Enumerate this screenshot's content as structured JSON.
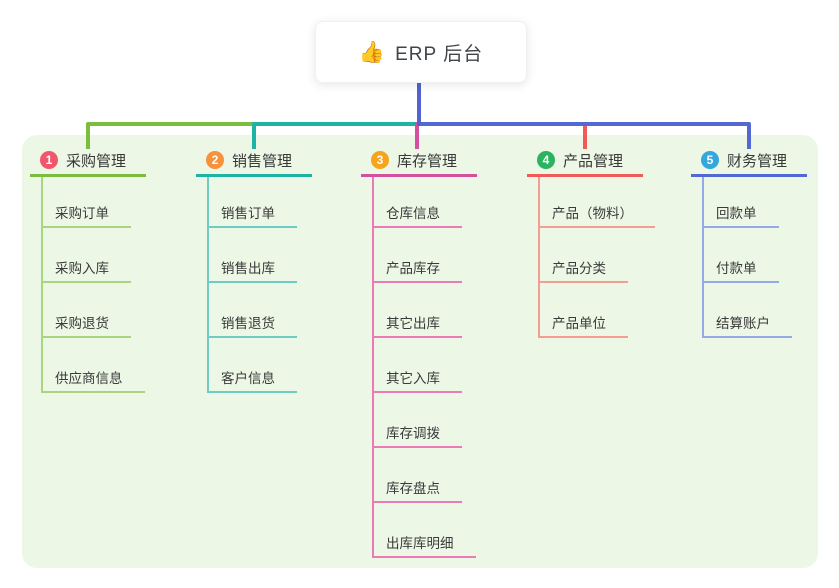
{
  "root": {
    "title": "ERP 后台",
    "icon": "thumbs-up-icon",
    "emoji": "👍",
    "line_color": "#5163d0"
  },
  "panel": {
    "background": "#ecf7e6",
    "page_background": "#ffffff"
  },
  "branches": [
    {
      "badge": "1",
      "badge_color": "#f2566c",
      "label": "采购管理",
      "line_color": "#7abd3f",
      "child_line_color": "#a9d57f",
      "children": [
        "采购订单",
        "采购入库",
        "采购退货",
        "供应商信息"
      ]
    },
    {
      "badge": "2",
      "badge_color": "#f8913c",
      "label": "销售管理",
      "line_color": "#1fb3a6",
      "child_line_color": "#6fccc3",
      "children": [
        "销售订单",
        "销售出库",
        "销售退货",
        "客户信息"
      ]
    },
    {
      "badge": "3",
      "badge_color": "#f7a31b",
      "label": "库存管理",
      "line_color": "#d3509f",
      "child_line_color": "#ec7ab8",
      "children": [
        "仓库信息",
        "产品库存",
        "其它出库",
        "其它入库",
        "库存调拨",
        "库存盘点",
        "出库库明细"
      ]
    },
    {
      "badge": "4",
      "badge_color": "#2ab45f",
      "label": "产品管理",
      "line_color": "#f05b57",
      "child_line_color": "#f59d92",
      "children": [
        "产品（物料）",
        "产品分类",
        "产品单位"
      ]
    },
    {
      "badge": "5",
      "badge_color": "#34a7dc",
      "label": "财务管理",
      "line_color": "#5468d4",
      "child_line_color": "#93a9e8",
      "children": [
        "回款单",
        "付款单",
        "结算账户"
      ]
    }
  ]
}
